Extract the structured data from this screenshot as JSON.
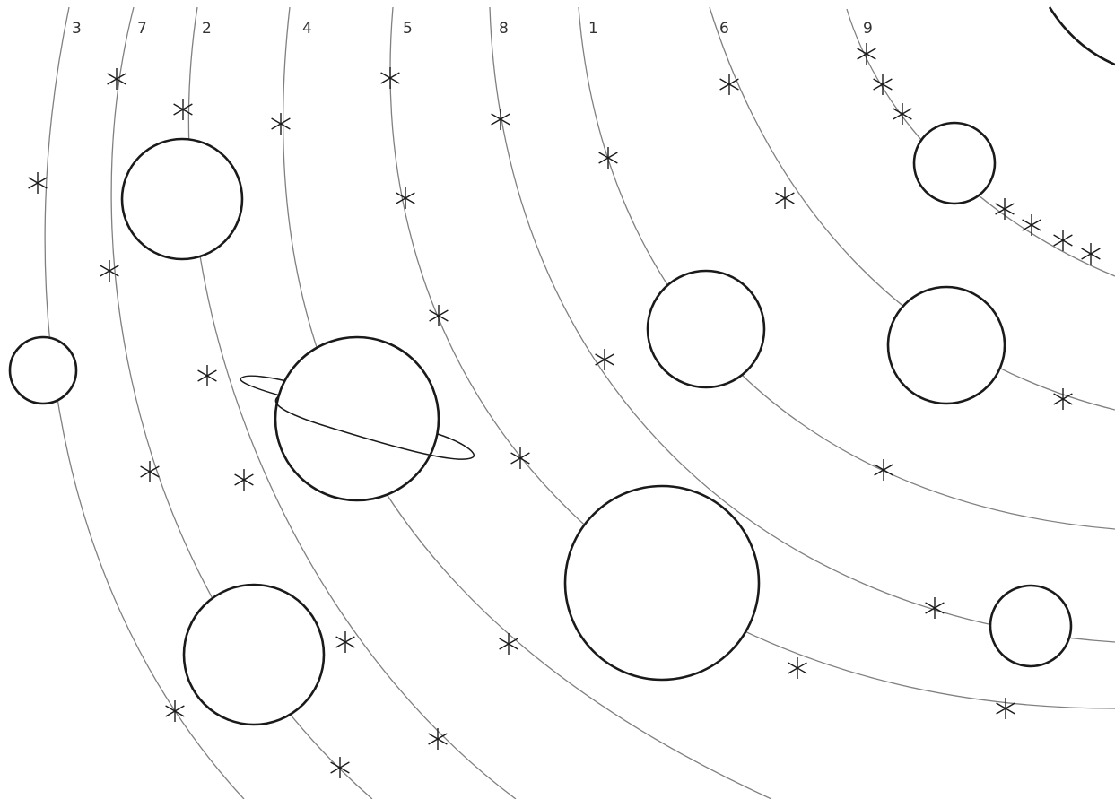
{
  "orbit_labels": [
    "3",
    "7",
    "2",
    "4",
    "5",
    "8",
    "1",
    "6",
    "9"
  ],
  "colors": {
    "orbit": "#808080",
    "planet_outline": "#1a1a1a",
    "background": "#ffffff",
    "label": "#333333"
  }
}
